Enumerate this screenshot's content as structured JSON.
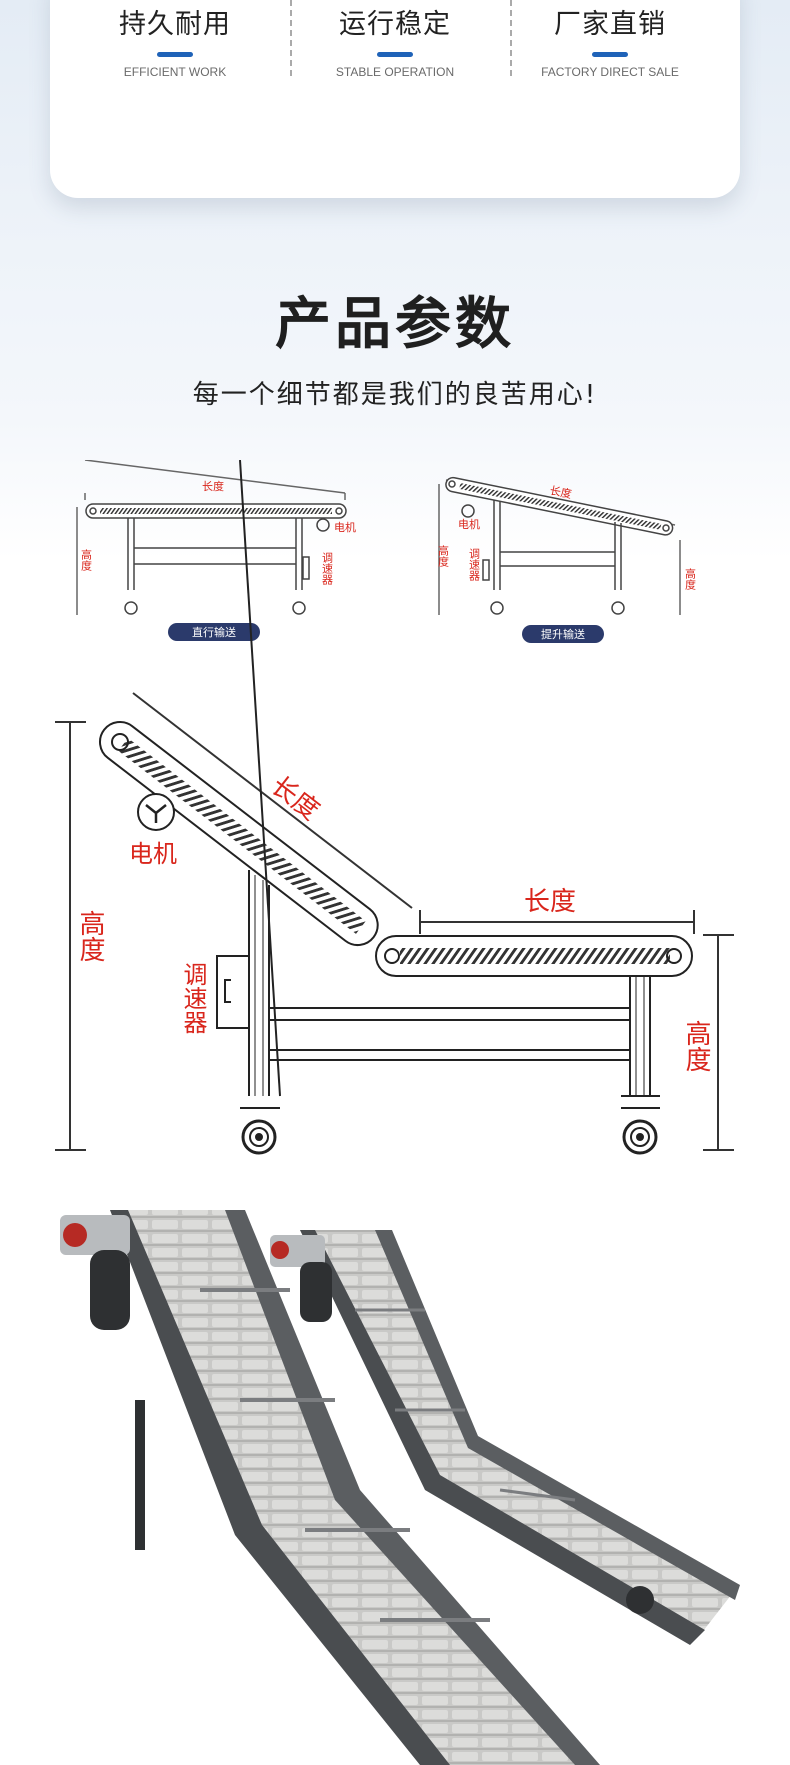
{
  "features": [
    {
      "cn": "持久耐用",
      "en": "EFFICIENT WORK"
    },
    {
      "cn": "运行稳定",
      "en": "STABLE OPERATION"
    },
    {
      "cn": "厂家直销",
      "en": "FACTORY DIRECT SALE"
    }
  ],
  "section": {
    "title": "产品参数",
    "subtitle": "每一个细节都是我们的良苦用心!"
  },
  "small_diagrams": {
    "straight": {
      "length": "长度",
      "height": "高度",
      "motor": "电机",
      "speed": "调速器",
      "tag": "直行输送"
    },
    "incline": {
      "length": "长度",
      "height_left": "高度",
      "height_right": "高度",
      "motor": "电机",
      "speed": "调速器",
      "tag": "提升输送"
    }
  },
  "large_diagram": {
    "length_incline": "长度",
    "length_flat": "长度",
    "height_left": "高度",
    "height_right": "高度",
    "motor": "电机",
    "speed": "调速器"
  },
  "colors": {
    "accent": "#1f63b8",
    "label_red": "#d9261c",
    "tag_bg": "#2b3a6b"
  }
}
